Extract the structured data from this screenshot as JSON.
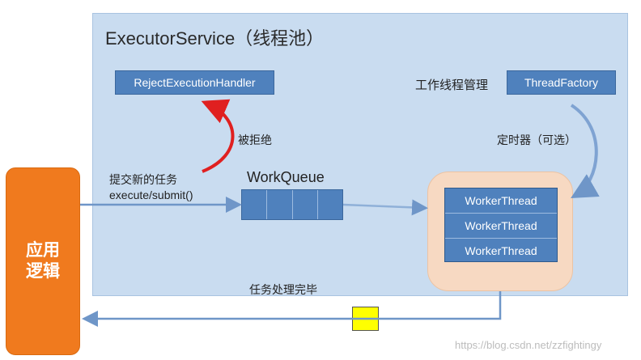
{
  "service": {
    "title": "ExecutorService（线程池）"
  },
  "reject_handler": {
    "label": "RejectExecutionHandler"
  },
  "rejected_label": "被拒绝",
  "worker_management_label": "工作线程管理",
  "thread_factory": {
    "label": "ThreadFactory"
  },
  "timer_label": "定时器（可选）",
  "submit": {
    "line1": "提交新的任务",
    "line2": "execute/submit()"
  },
  "workqueue": {
    "label": "WorkQueue"
  },
  "workers": [
    {
      "label": "WorkerThread"
    },
    {
      "label": "WorkerThread"
    },
    {
      "label": "WorkerThread"
    }
  ],
  "app_logic": {
    "line1": "应用",
    "line2": "逻辑"
  },
  "done_label": "任务处理完毕",
  "watermark": "https://blog.csdn.net/zzfightingy",
  "colors": {
    "service_bg": "#c9dcf0",
    "box_blue": "#4f81bd",
    "app_orange": "#f07a1e",
    "pool_peach": "#f7d9c2",
    "reject_red": "#e02020",
    "token_yellow": "#ffff00"
  }
}
